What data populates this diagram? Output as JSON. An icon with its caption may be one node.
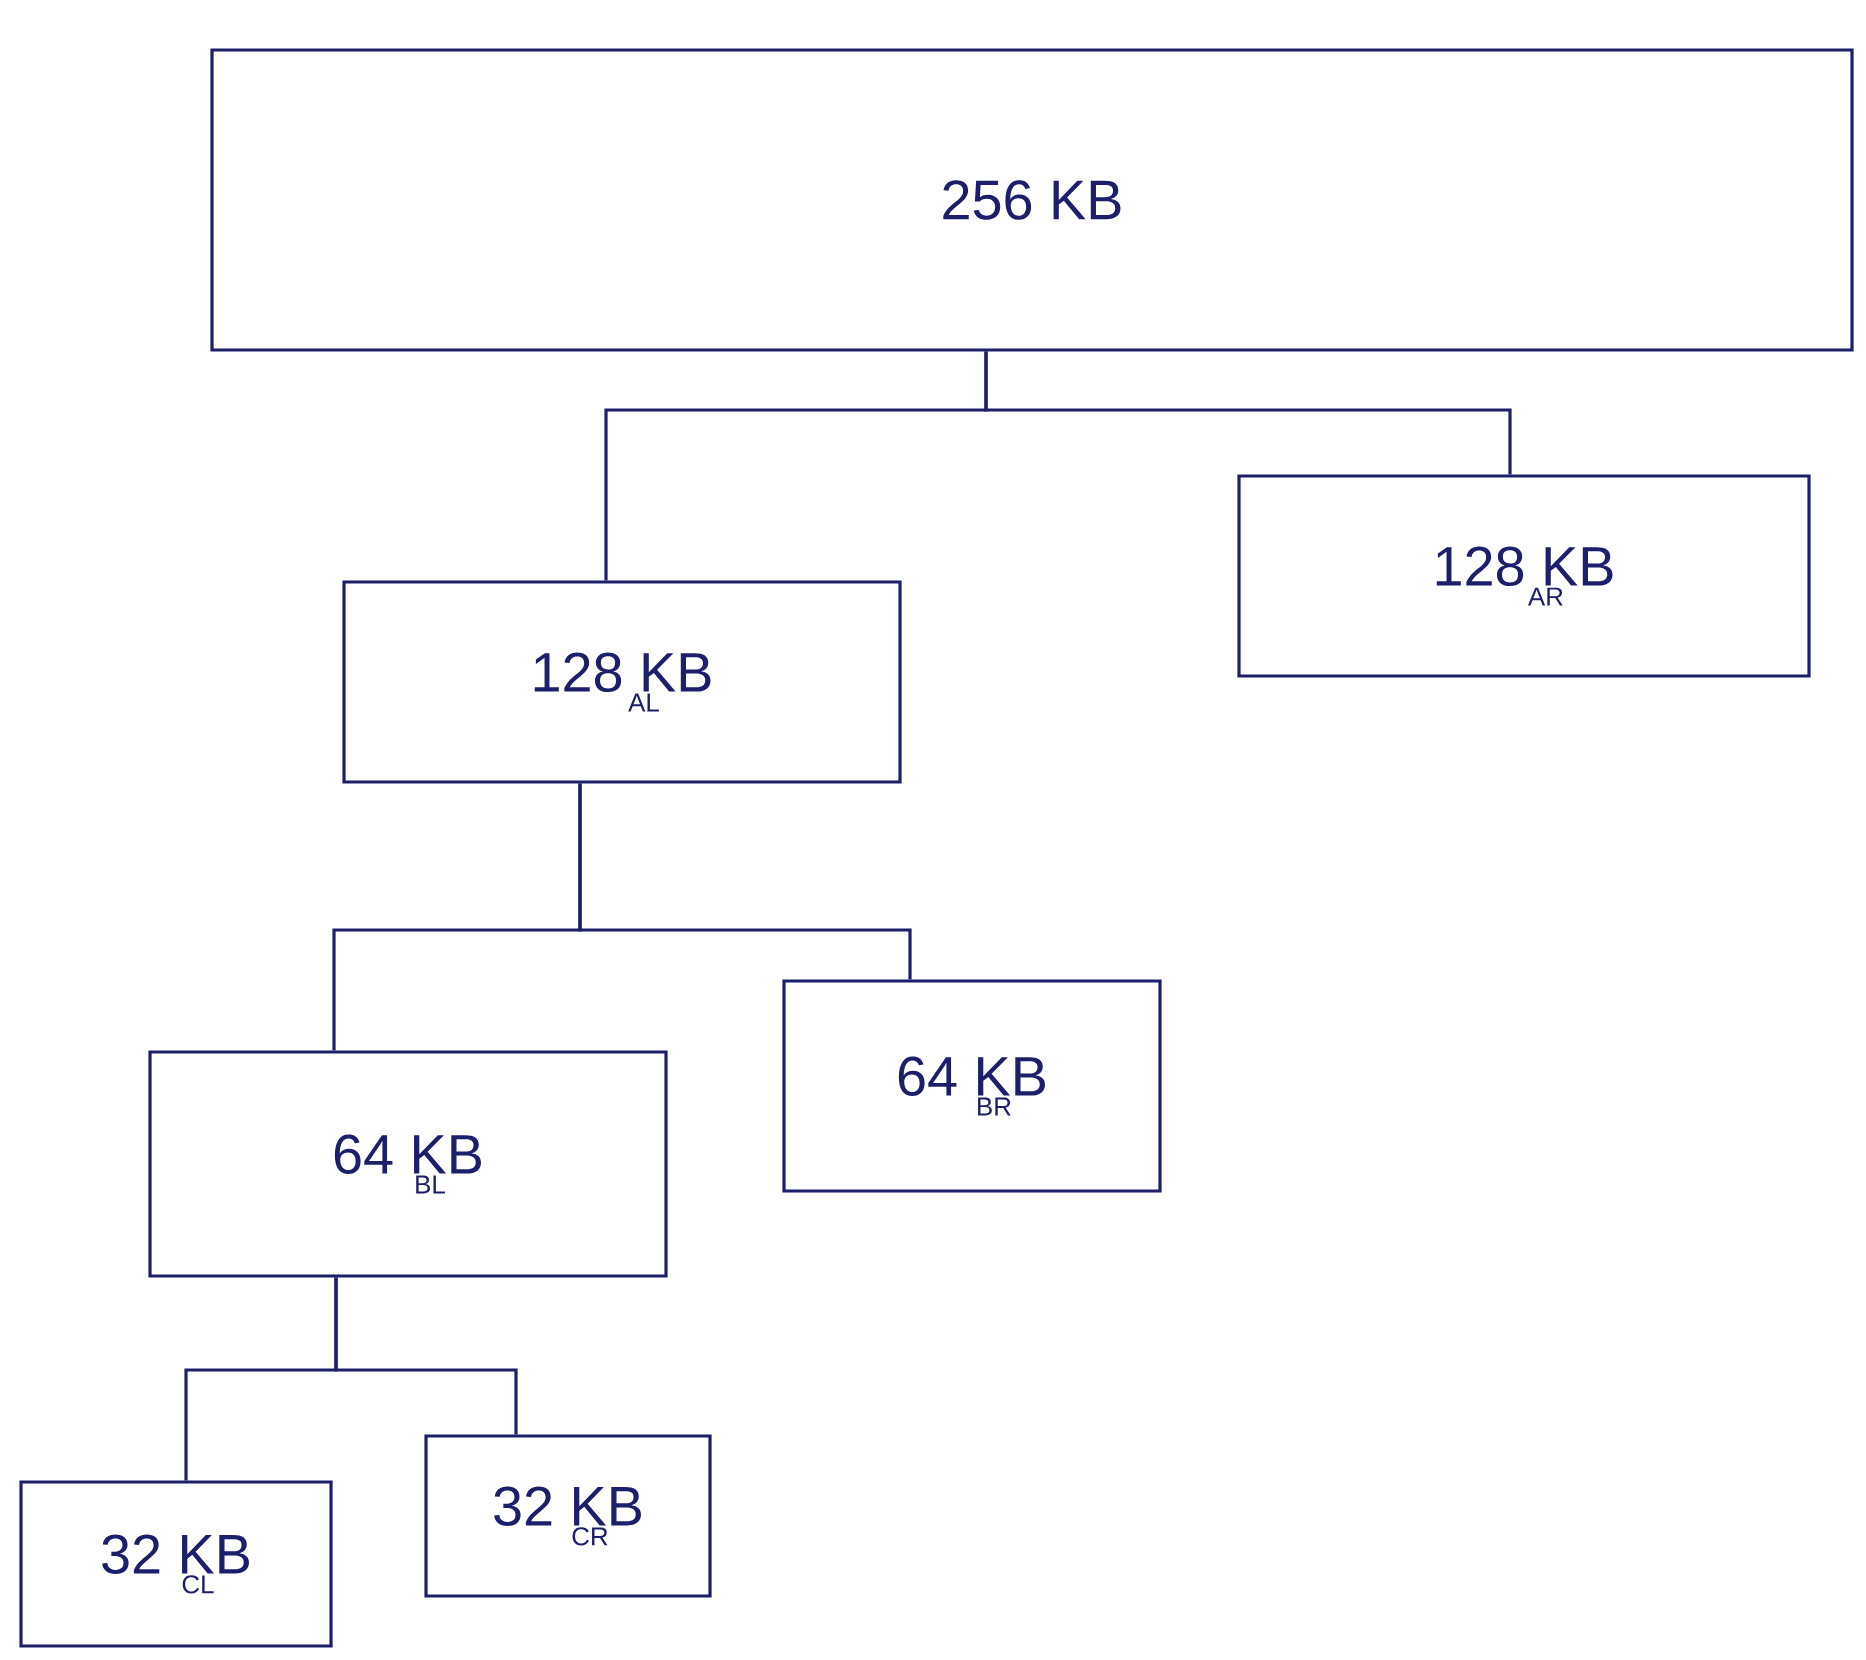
{
  "diagram": {
    "nodes": [
      {
        "text": [
          "256 KB"
        ]
      },
      {
        "text": [
          "128 KB",
          "AL"
        ]
      },
      {
        "text": [
          "128 KB",
          "AR"
        ]
      },
      {
        "text": [
          "64 KB",
          "BL"
        ]
      },
      {
        "text": [
          "64 KB",
          "BR"
        ]
      },
      {
        "text": [
          "32 KB",
          "CL"
        ]
      },
      {
        "text": [
          "32 KB",
          "CR"
        ]
      }
    ],
    "edges": [
      {
        "from": 0,
        "to": 1,
        "arrow": "none"
      },
      {
        "from": 0,
        "to": 2,
        "arrow": "none"
      },
      {
        "from": 1,
        "to": 3,
        "arrow": "none"
      },
      {
        "from": 1,
        "to": 4,
        "arrow": "none"
      },
      {
        "from": 3,
        "to": 5,
        "arrow": "none"
      },
      {
        "from": 3,
        "to": 6,
        "arrow": "none"
      }
    ]
  }
}
